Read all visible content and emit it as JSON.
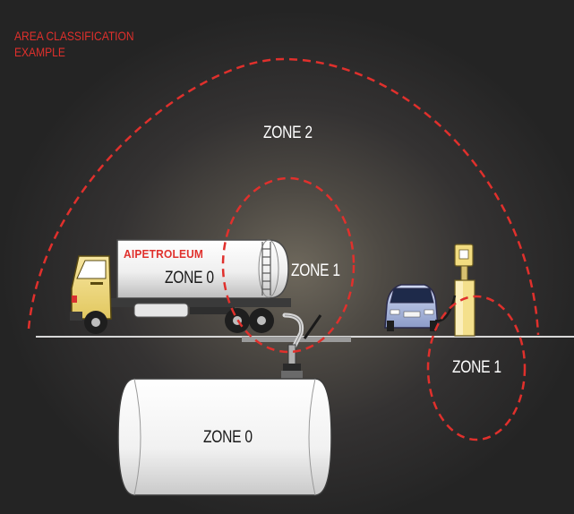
{
  "title": {
    "line1": "AREA CLASSIFICATION",
    "line2": "EXAMPLE"
  },
  "truck_brand": "AIPETROLEUM",
  "zones": {
    "outer_arc": "ZONE 2",
    "tanker": "ZONE 0",
    "fill_point": "ZONE 1",
    "dispenser": "ZONE 1",
    "underground_tank": "ZONE 0"
  },
  "colors": {
    "background": "#242424",
    "zone_boundary": "#e0302c",
    "ground_line": "#d8d8d8",
    "tank_body": "#f2f2f2",
    "truck_cab": "#f2dc80",
    "car_body": "#b8c4e8"
  }
}
